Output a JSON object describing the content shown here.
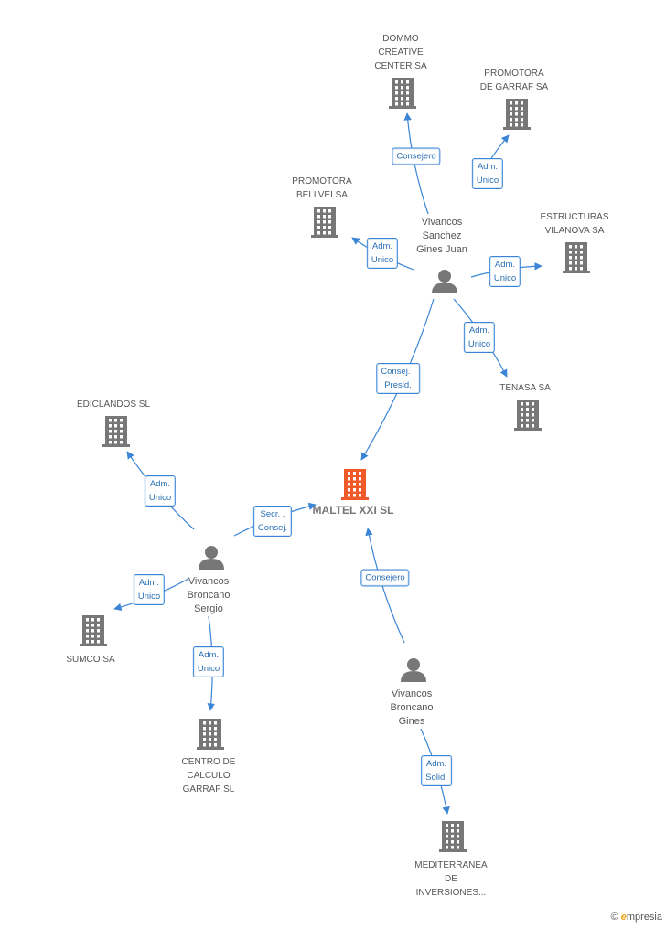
{
  "colors": {
    "edge": "#3a85d6",
    "company": "#777777",
    "main_company": "#f05a28",
    "person": "#777777"
  },
  "main_company": {
    "label": "MALTEL XXI SL",
    "icon": "building-icon"
  },
  "companies": [
    {
      "id": "dommo",
      "label": "DOMMO\nCREATIVE\nCENTER SA"
    },
    {
      "id": "promgarraf",
      "label": "PROMOTORA\nDE GARRAF SA"
    },
    {
      "id": "prombellvei",
      "label": "PROMOTORA\nBELLVEI SA"
    },
    {
      "id": "estructuras",
      "label": "ESTRUCTURAS\nVILANOVA SA"
    },
    {
      "id": "tenasa",
      "label": "TENASA SA"
    },
    {
      "id": "ediclandos",
      "label": "EDICLANDOS  SL"
    },
    {
      "id": "sumco",
      "label": "SUMCO SA"
    },
    {
      "id": "centro",
      "label": "CENTRO DE\nCALCULO\nGARRAF SL"
    },
    {
      "id": "mediterranea",
      "label": "MEDITERRANEA\nDE\nINVERSIONES..."
    }
  ],
  "people": [
    {
      "id": "juan",
      "label": "Vivancos\nSanchez\nGines Juan"
    },
    {
      "id": "sergio",
      "label": "Vivancos\nBroncano\nSergio"
    },
    {
      "id": "gines",
      "label": "Vivancos\nBroncano\nGines"
    }
  ],
  "edges": [
    {
      "from": "juan",
      "to": "dommo",
      "label": "Consejero"
    },
    {
      "from": "juan",
      "to": "promgarraf",
      "label": "Adm.\nUnico"
    },
    {
      "from": "juan",
      "to": "prombellvei",
      "label": "Adm.\nUnico"
    },
    {
      "from": "juan",
      "to": "estructuras",
      "label": "Adm.\nUnico"
    },
    {
      "from": "juan",
      "to": "tenasa",
      "label": "Adm.\nUnico"
    },
    {
      "from": "juan",
      "to": "main",
      "label": "Consej. ,\nPresid."
    },
    {
      "from": "sergio",
      "to": "ediclandos",
      "label": "Adm.\nUnico"
    },
    {
      "from": "sergio",
      "to": "main",
      "label": "Secr. ,\nConsej."
    },
    {
      "from": "sergio",
      "to": "sumco",
      "label": "Adm.\nUnico"
    },
    {
      "from": "sergio",
      "to": "centro",
      "label": "Adm.\nUnico"
    },
    {
      "from": "gines",
      "to": "main",
      "label": "Consejero"
    },
    {
      "from": "gines",
      "to": "mediterranea",
      "label": "Adm.\nSolid."
    }
  ],
  "brand": {
    "copyright": "©",
    "name_initial": "e",
    "name_rest": "mpresia"
  }
}
